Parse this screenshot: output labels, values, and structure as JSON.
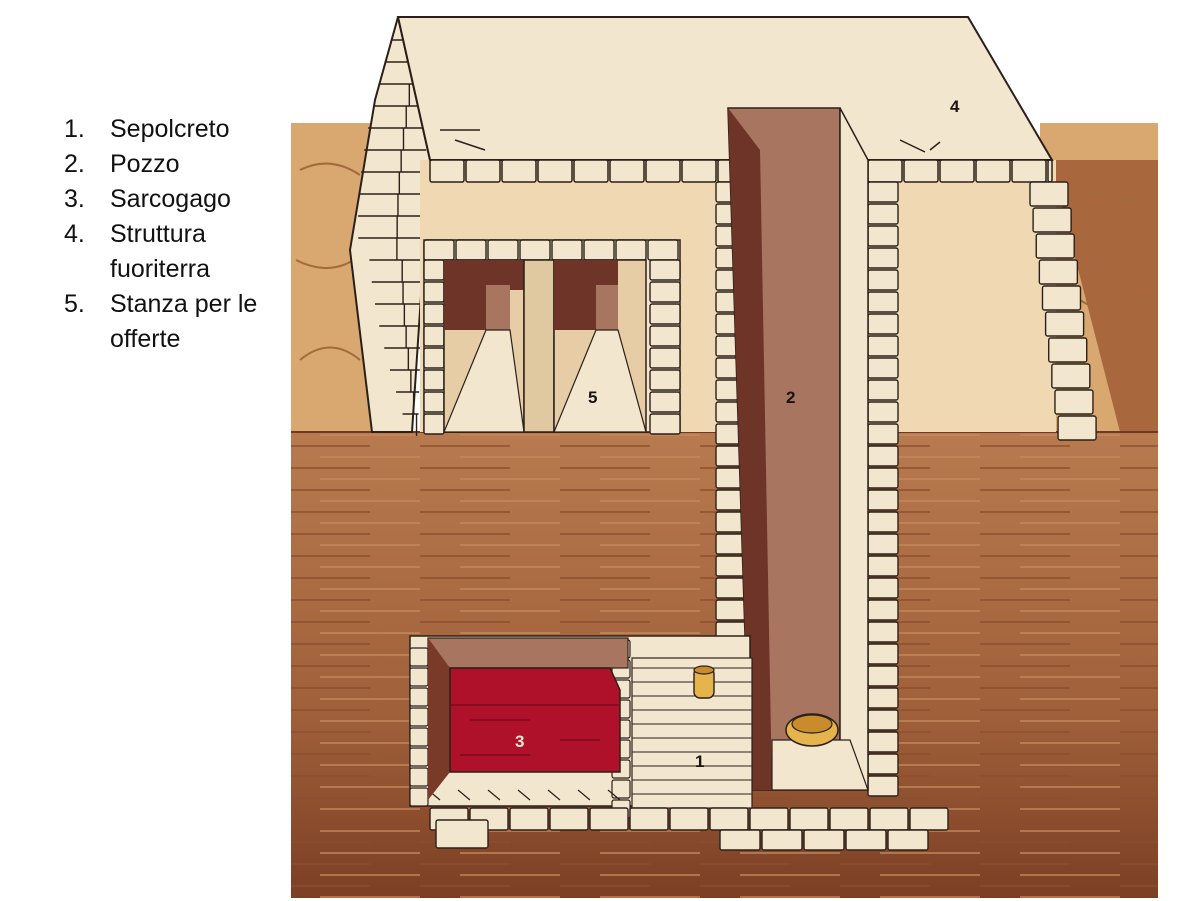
{
  "legend": [
    {
      "num": "1.",
      "text": "Sepolcreto"
    },
    {
      "num": "2.",
      "text": "Pozzo"
    },
    {
      "num": "3.",
      "text": "Sarcogago"
    },
    {
      "num": "4.",
      "text": "Struttura fuoriterra"
    },
    {
      "num": "5.",
      "text": "Stanza per le offerte"
    }
  ],
  "markers": {
    "m1": "1",
    "m2": "2",
    "m3": "3",
    "m4": "4",
    "m5": "5"
  },
  "colors": {
    "block": "#f3e6cf",
    "outline": "#2a2019",
    "sand": "#d9a870",
    "earth": "#a4643f",
    "shaft": "#a87560",
    "shaft_dark": "#6d3427",
    "sarcophagus": "#b0112a",
    "bowl": "#e6b44d"
  }
}
